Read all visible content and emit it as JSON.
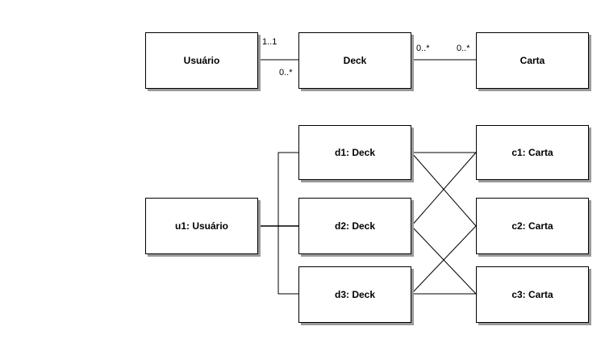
{
  "class_diagram": {
    "classes": [
      {
        "id": "usuario",
        "label": "Usuário"
      },
      {
        "id": "deck",
        "label": "Deck"
      },
      {
        "id": "carta",
        "label": "Carta"
      }
    ],
    "associations": [
      {
        "from": "usuario",
        "to": "deck",
        "from_mult": "1..1",
        "to_mult": "0..*"
      },
      {
        "from": "deck",
        "to": "carta",
        "from_mult": "0..*",
        "to_mult": "0..*"
      }
    ]
  },
  "object_diagram": {
    "objects": [
      {
        "id": "u1",
        "label": "u1: Usuário"
      },
      {
        "id": "d1",
        "label": "d1: Deck"
      },
      {
        "id": "d2",
        "label": "d2: Deck"
      },
      {
        "id": "d3",
        "label": "d3: Deck"
      },
      {
        "id": "c1",
        "label": "c1: Carta"
      },
      {
        "id": "c2",
        "label": "c2: Carta"
      },
      {
        "id": "c3",
        "label": "c3: Carta"
      }
    ],
    "links": [
      [
        "u1",
        "d1"
      ],
      [
        "u1",
        "d2"
      ],
      [
        "u1",
        "d3"
      ],
      [
        "d1",
        "c1"
      ],
      [
        "d1",
        "c2"
      ],
      [
        "d2",
        "c1"
      ],
      [
        "d2",
        "c3"
      ],
      [
        "d3",
        "c2"
      ],
      [
        "d3",
        "c3"
      ]
    ]
  },
  "colors": {
    "line": "#000000",
    "shadow": "#9a9a9a",
    "background": "#ffffff"
  }
}
